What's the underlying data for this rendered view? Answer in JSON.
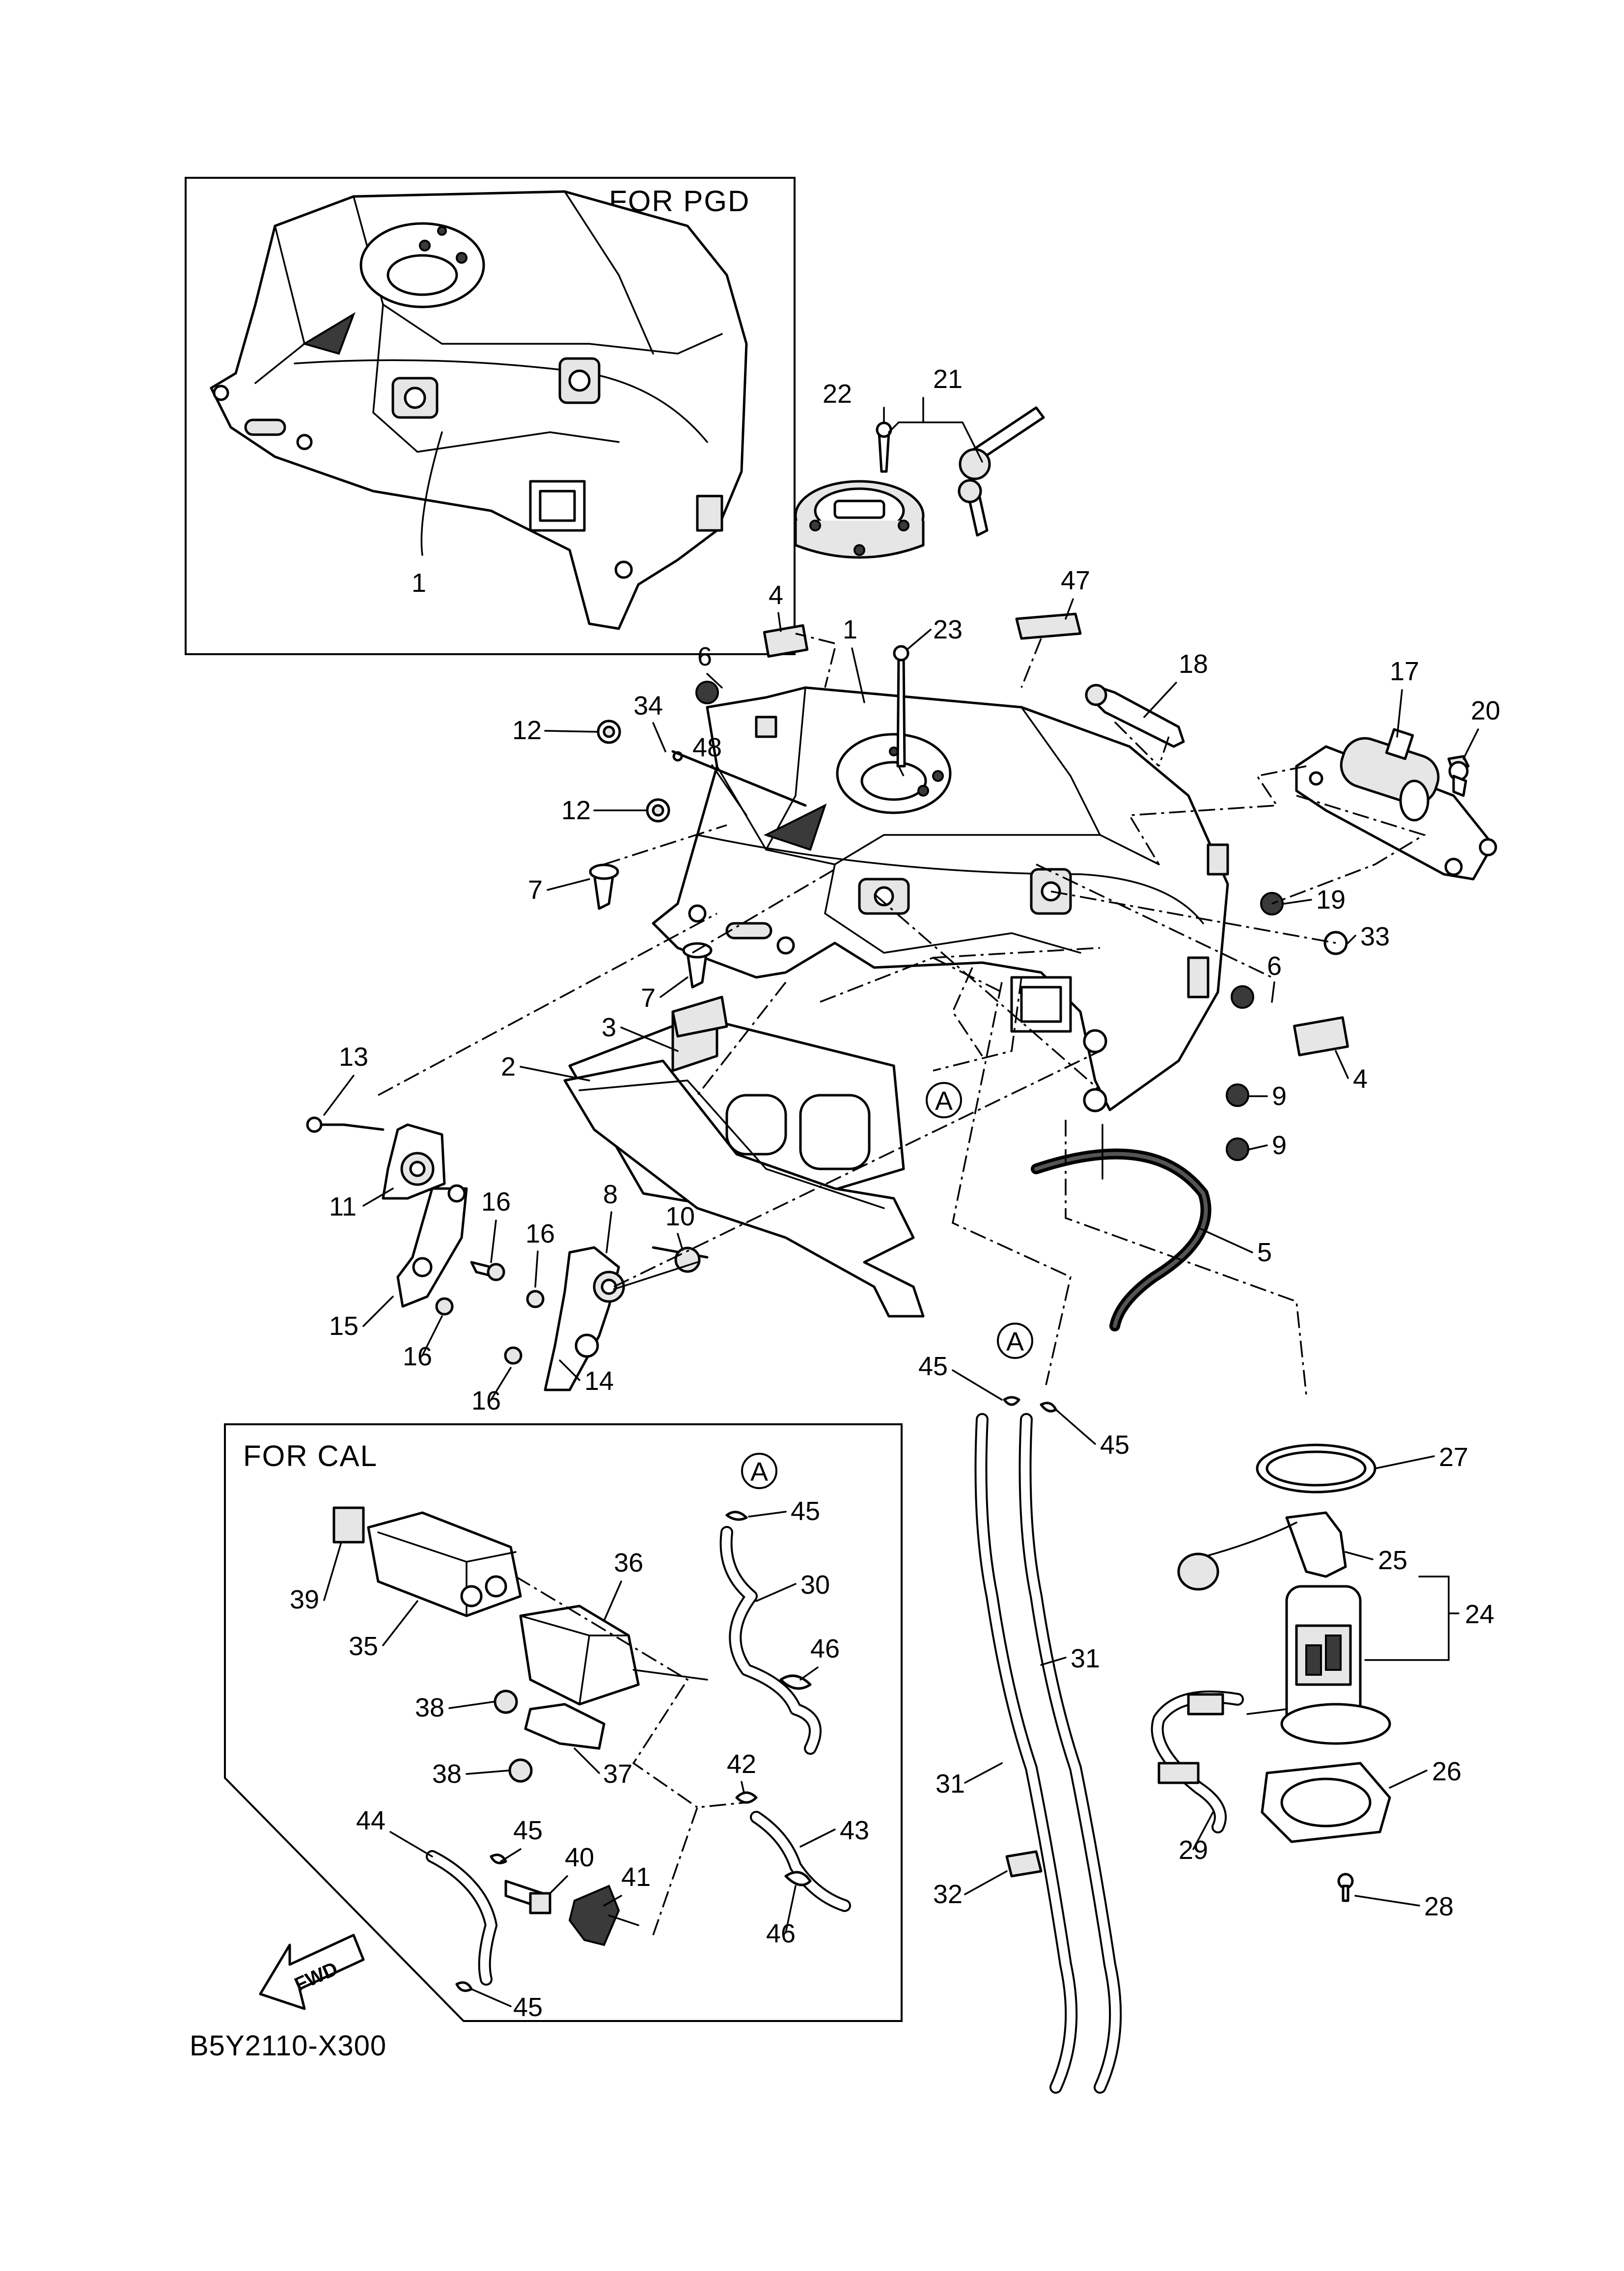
{
  "diagram": {
    "ref_code": "B5Y2110-X300",
    "boxes": {
      "pgd_title": "FOR PGD",
      "cal_title": "FOR CAL"
    },
    "fwd_label": "FWD",
    "ref_marker": "A",
    "callouts": [
      "1",
      "1",
      "2",
      "3",
      "4",
      "4",
      "5",
      "6",
      "6",
      "7",
      "7",
      "8",
      "9",
      "9",
      "10",
      "11",
      "12",
      "12",
      "13",
      "14",
      "15",
      "16",
      "16",
      "16",
      "16",
      "17",
      "18",
      "19",
      "20",
      "21",
      "22",
      "23",
      "24",
      "25",
      "26",
      "27",
      "28",
      "29",
      "30",
      "31",
      "31",
      "32",
      "33",
      "34",
      "35",
      "36",
      "37",
      "38",
      "38",
      "39",
      "40",
      "41",
      "42",
      "43",
      "44",
      "45",
      "45",
      "45",
      "45",
      "46",
      "46",
      "47",
      "48"
    ]
  }
}
